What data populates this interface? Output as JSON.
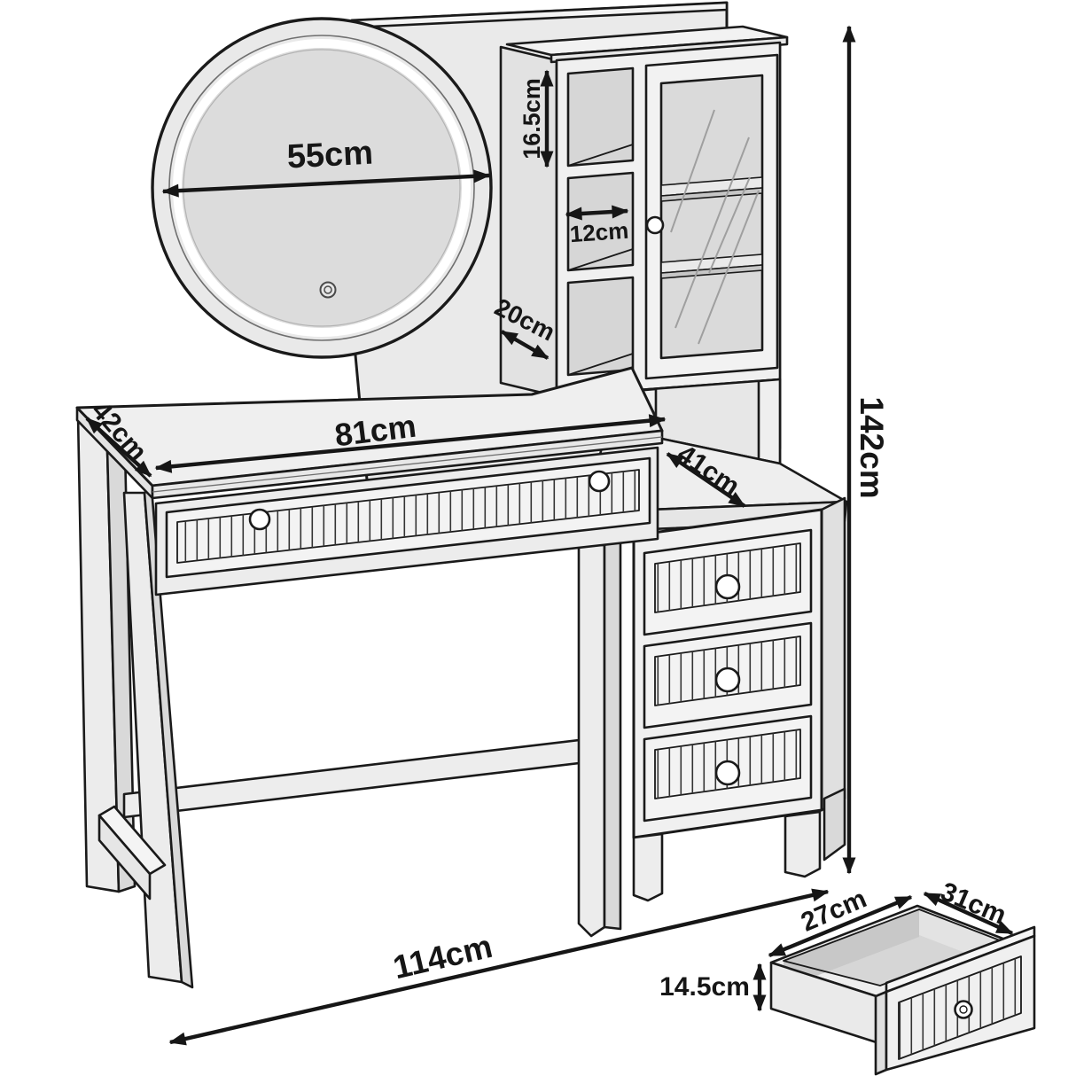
{
  "figure": {
    "type": "furniture-dimension-diagram",
    "subject": "dressing table with round LED mirror, wall cabinet hutch, drawer pedestal and pulled-out drawer detail"
  },
  "dimensions": {
    "mirror_diameter": "55cm",
    "cabinet_shelf_height": "16.5cm",
    "cabinet_shelf_width": "12cm",
    "cabinet_depth": "20cm",
    "desktop_depth": "42cm",
    "desktop_width": "81cm",
    "side_table_depth": "41cm",
    "overall_height": "142cm",
    "overall_width": "114cm",
    "drawer_inner_depth": "27cm",
    "drawer_inner_width": "31cm",
    "drawer_inner_height": "14.5cm"
  },
  "colors": {
    "outline": "#1a1a1a",
    "fill_light": "#f0f0f0",
    "fill_mid": "#e3e3e3",
    "fill_dark": "#d6d6d6",
    "mirror_face": "#dcdcdc",
    "led_ring": "#ffffff",
    "label_text": "#161616"
  }
}
